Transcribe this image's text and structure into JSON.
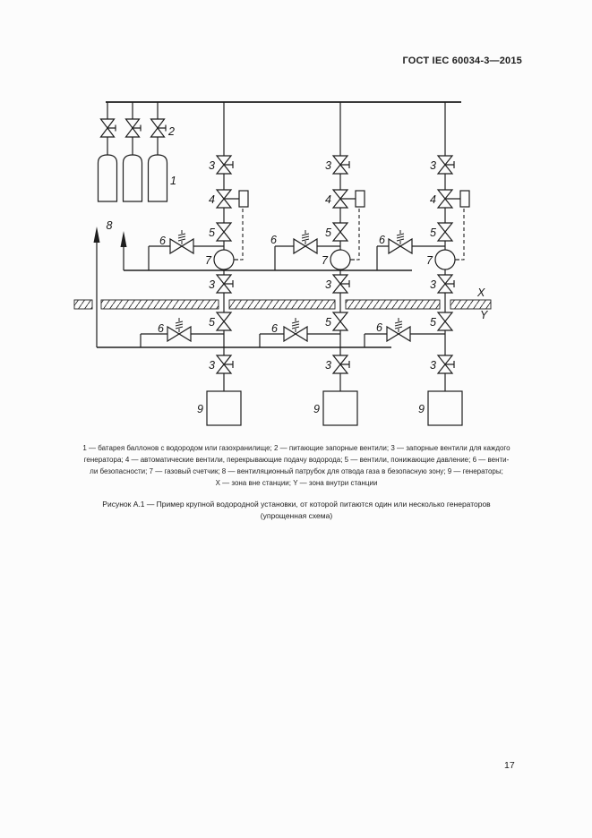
{
  "page": {
    "header": "ГОСТ IEC 60034-3—2015",
    "page_number": "17"
  },
  "diagram": {
    "labels": {
      "battery": "1",
      "feed_valve": "2",
      "stop_valve": "3",
      "auto_valve": "4",
      "reducing_valve": "5",
      "safety_valve": "6",
      "gas_meter": "7",
      "vent_pipe": "8",
      "generator": "9",
      "zone_outside": "X",
      "zone_inside": "Y"
    }
  },
  "legend": {
    "lines": [
      "1 — батарея баллонов с водородом или газохранилище; 2 — питающие запорные вентили; 3 — запорные вентили для каждого",
      "генератора; 4 — автоматические вентили, перекрывающие подачу водорода; 5 — вентили, понижающие давление; 6 — венти-",
      "ли безопасности; 7 — газовый счетчик; 8 — вентиляционный патрубок для отвода газа в безопасную зону; 9 — генераторы;",
      "X — зона вне станции; Y — зона внутри станции"
    ]
  },
  "caption": {
    "line1": "Рисунок А.1 — Пример крупной водородной установки, от которой питаются один или несколько генераторов",
    "line2": "(упрощенная схема)"
  }
}
